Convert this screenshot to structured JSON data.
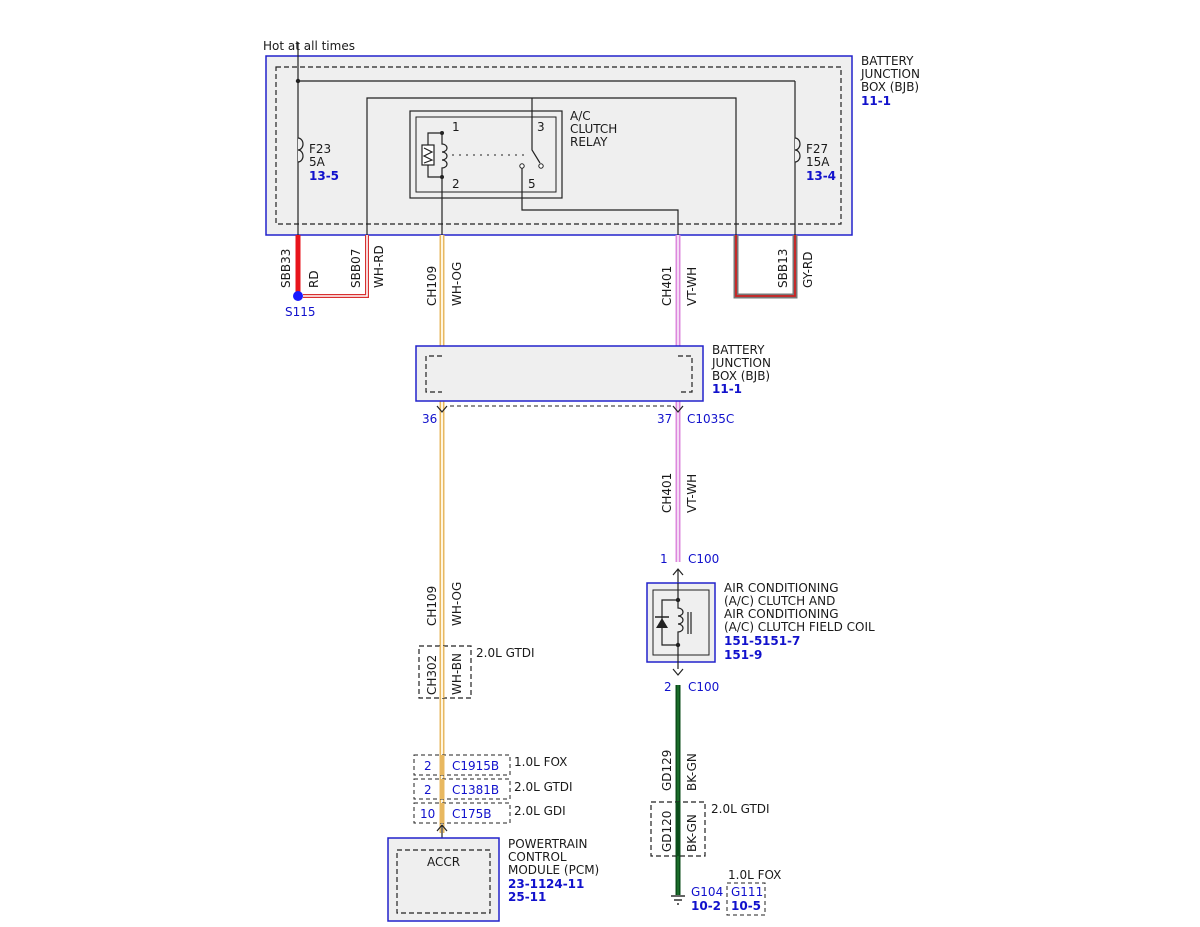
{
  "header": {
    "hot_label": "Hot at all times"
  },
  "bjb_top": {
    "name_lines": [
      "BATTERY",
      "JUNCTION",
      "BOX (BJB)"
    ],
    "ref": "11-1"
  },
  "bjb_mid": {
    "name_lines": [
      "BATTERY",
      "JUNCTION",
      "BOX (BJB)"
    ],
    "ref": "11-1"
  },
  "relay": {
    "name_lines": [
      "A/C",
      "CLUTCH",
      "RELAY"
    ],
    "pins": [
      "1",
      "2",
      "3",
      "5"
    ]
  },
  "fuses": [
    {
      "name": "F23",
      "rating": "5A",
      "ref": "13-5"
    },
    {
      "name": "F27",
      "rating": "15A",
      "ref": "13-4"
    }
  ],
  "wires": {
    "sbb33": {
      "circuit": "SBB33",
      "color": "RD",
      "hex": "#e8141c"
    },
    "sbb07": {
      "circuit": "SBB07",
      "color": "WH-RD",
      "hex": "#e06060"
    },
    "ch109": {
      "circuit": "CH109",
      "color": "WH-OG",
      "hex": "#e8c070"
    },
    "ch401": {
      "circuit": "CH401",
      "color": "VT-WH",
      "hex": "#dd88dd"
    },
    "sbb13": {
      "circuit": "SBB13",
      "color": "GY-RD",
      "hex": "#888888",
      "stripe": "#cc2222"
    },
    "ch302": {
      "circuit": "CH302",
      "color": "WH-BN"
    },
    "gd129": {
      "circuit": "GD129",
      "color": "BK-GN",
      "hex": "#0b4d1a"
    },
    "gd120": {
      "circuit": "GD120",
      "color": "BK-GN"
    }
  },
  "splice": {
    "name": "S115"
  },
  "bjb_pins": {
    "left": "36",
    "right": "37",
    "connector": "C1035C"
  },
  "variants": {
    "gtdi": "2.0L GTDI",
    "fox": "1.0L FOX",
    "gdi": "2.0L GDI"
  },
  "clutch": {
    "name_lines": [
      "AIR CONDITIONING",
      "(A/C) CLUTCH AND",
      "AIR CONDITIONING",
      "(A/C) CLUTCH FIELD COIL"
    ],
    "refs_line1": [
      "151-5",
      "151-7"
    ],
    "refs_line2": "151-9",
    "pin_top": "1",
    "pin_bottom": "2",
    "connector": "C100"
  },
  "pcm_connectors": [
    {
      "pin": "2",
      "name": "C1915B",
      "variant": "1.0L FOX"
    },
    {
      "pin": "2",
      "name": "C1381B",
      "variant": "2.0L GTDI"
    },
    {
      "pin": "10",
      "name": "C175B",
      "variant": "2.0L GDI"
    }
  ],
  "pcm": {
    "pin_label": "ACCR",
    "name_lines": [
      "POWERTRAIN",
      "CONTROL",
      "MODULE (PCM)"
    ],
    "refs_line1": [
      "23-11",
      "24-11"
    ],
    "refs_line2": "25-11"
  },
  "grounds": [
    {
      "name": "G104",
      "ref": "10-2"
    },
    {
      "name": "G111",
      "ref": "10-5"
    }
  ]
}
